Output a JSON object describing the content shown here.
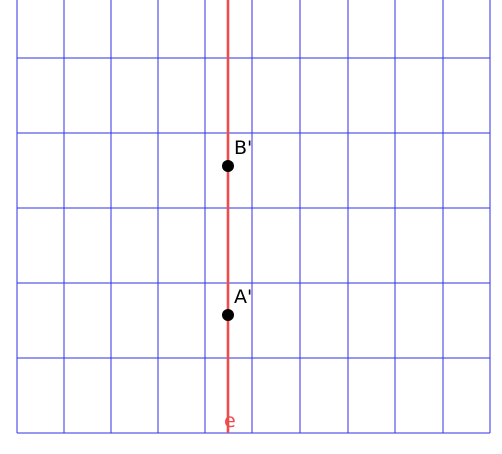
{
  "diagram": {
    "grid_color": "#3232e6",
    "line_color": "#f04b4b",
    "point_color": "#000000",
    "label_color": "#000000",
    "line_label_color": "#f04b4b",
    "line": {
      "label": "e"
    },
    "points": [
      {
        "label": "B'"
      },
      {
        "label": "A'"
      }
    ]
  }
}
